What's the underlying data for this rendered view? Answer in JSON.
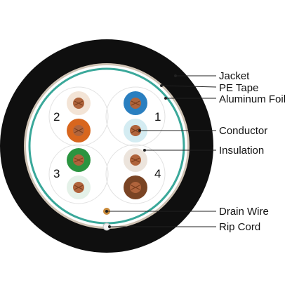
{
  "callouts": {
    "jacket": "Jacket",
    "pe_tape": "PE Tape",
    "aluminum_foil": "Aluminum Foil",
    "conductor": "Conductor",
    "insulation": "Insulation",
    "drain_wire": "Drain Wire",
    "rip_cord": "Rip Cord"
  },
  "pairs": {
    "p1": "1",
    "p2": "2",
    "p3": "3",
    "p4": "4"
  },
  "colors": {
    "jacket": "#0f0f0f",
    "pe_tape": "#cfc3b4",
    "foil": "#3aa89a",
    "copper": "#b0643c",
    "blue": "#2a7fc0",
    "orange": "#d8661e",
    "green": "#2b9440",
    "brown": "#7a4424",
    "white_blue": "#d4ecf2",
    "white_orange": "#f3e4d6",
    "white_green": "#e4f1e8",
    "white_brown": "#ece4dc"
  }
}
